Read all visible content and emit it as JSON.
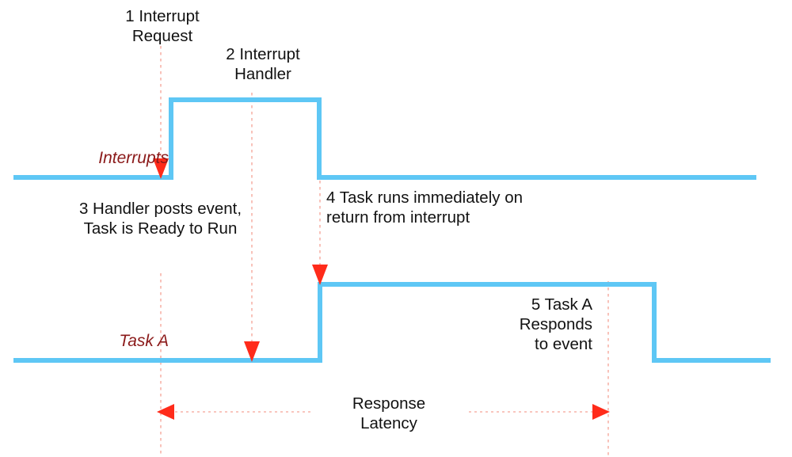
{
  "diagram": {
    "title": "Interrupt response latency timing diagram",
    "colors": {
      "signal": "#5EC7F5",
      "marker": "#FF2B1A",
      "guide": "#F7B3A8",
      "signal_label": "#8B1A1A",
      "annotation": "#121212",
      "background": "#FFFFFF"
    },
    "signals": [
      {
        "name": "Interrupts",
        "label": "Interrupts"
      },
      {
        "name": "Task A",
        "label": "Task A"
      }
    ],
    "annotations": [
      {
        "id": "1",
        "text": "1 Interrupt\nRequest"
      },
      {
        "id": "2",
        "text": "2 Interrupt\nHandler"
      },
      {
        "id": "3",
        "text": "3 Handler posts event,\nTask is Ready to Run"
      },
      {
        "id": "4",
        "text": "4 Task runs immediately on\nreturn from interrupt"
      },
      {
        "id": "5",
        "text": "5 Task A\nResponds\nto event"
      }
    ],
    "measurement": {
      "label": "Response\nLatency"
    }
  },
  "chart_data": {
    "type": "line",
    "title": "Interrupt response latency timing diagram",
    "xlabel": "",
    "ylabel": "",
    "grid": false,
    "legend": "none",
    "series": [
      {
        "name": "Interrupts",
        "level_low": 224,
        "level_high": 126,
        "x_start": 20,
        "x_end": 952,
        "transitions": [
          {
            "x": 216,
            "edge": "rise"
          },
          {
            "x": 403,
            "edge": "fall"
          }
        ]
      },
      {
        "name": "Task A",
        "level_low": 455,
        "level_high": 359,
        "x_start": 20,
        "x_end": 970,
        "transitions": [
          {
            "x": 404,
            "edge": "rise"
          },
          {
            "x": 826,
            "edge": "fall"
          }
        ]
      }
    ],
    "markers": [
      {
        "id": "1",
        "x": 203,
        "y": 224,
        "direction": "down",
        "signal": "Interrupts"
      },
      {
        "id": "3",
        "x": 318,
        "y": 455,
        "direction": "down",
        "signal": "Task A"
      },
      {
        "id": "4",
        "x": 404,
        "y": 358,
        "direction": "down",
        "signal": "Task A"
      }
    ],
    "guides": [
      {
        "x": 203,
        "y_top": 58,
        "y_bottom": 218
      },
      {
        "x": 318,
        "y_top": 117,
        "y_bottom": 449
      },
      {
        "x": 404,
        "y_top": 228,
        "y_bottom": 352
      },
      {
        "x": 203,
        "y_top": 345,
        "y_bottom": 577
      },
      {
        "x": 768,
        "y_top": 355,
        "y_bottom": 577
      }
    ],
    "measurement_span": {
      "x_left": 198,
      "x_right": 770,
      "y": 520,
      "label": "Response Latency"
    }
  }
}
